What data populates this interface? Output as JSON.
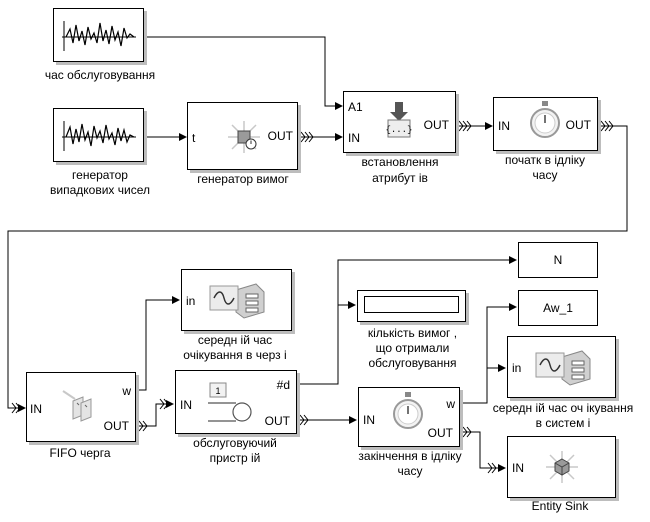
{
  "blocks": {
    "service_time": {
      "caption": "час обслуговування"
    },
    "rng": {
      "caption_line1": "генератор",
      "caption_line2": "випадкових чисел"
    },
    "entity_gen": {
      "caption": "генератор вимог",
      "port_in": "t",
      "port_out": "OUT"
    },
    "set_attr": {
      "caption_line1": "встановлення",
      "caption_line2": "атрибут ів",
      "port_a1": "A1",
      "port_in": "IN",
      "port_out": "OUT"
    },
    "start_timer": {
      "caption_line1": "початк в ідліку",
      "caption_line2": "часу",
      "port_in": "IN",
      "port_out": "OUT"
    },
    "display_n": {
      "label": "N"
    },
    "avg_wait_queue": {
      "caption_line1": "середн ій час",
      "caption_line2": "очікування в черз і",
      "port_in": "in"
    },
    "count_display": {
      "caption_line1": "кількість вимог ,",
      "caption_line2": "що отримали",
      "caption_line3": "обслуговування"
    },
    "display_aw": {
      "label": "Aw_1"
    },
    "avg_wait_system": {
      "caption_line1": "середн ій час оч ікування",
      "caption_line2": "в систем і",
      "port_in": "in"
    },
    "fifo": {
      "caption": "FIFO черга",
      "port_in": "IN",
      "port_w": "w",
      "port_out": "OUT"
    },
    "server": {
      "caption_line1": "обслуговуючий",
      "caption_line2": "пристр ій",
      "port_in": "IN",
      "port_d": "#d",
      "port_out": "OUT",
      "icon_label": "1"
    },
    "end_timer": {
      "caption_line1": "закінчення в ідліку",
      "caption_line2": "часу",
      "port_in": "IN",
      "port_w": "w",
      "port_out": "OUT"
    },
    "sink": {
      "caption": "Entity Sink",
      "port_in": "IN"
    }
  },
  "icons": {
    "waveform": "noise-waveform-icon",
    "generator": "entity-generator-icon",
    "attribute": "set-attribute-icon",
    "stopwatch": "stopwatch-icon",
    "scope": "signal-scope-icon",
    "queue": "fifo-queue-icon",
    "server": "single-server-icon",
    "sink": "entity-sink-icon"
  }
}
